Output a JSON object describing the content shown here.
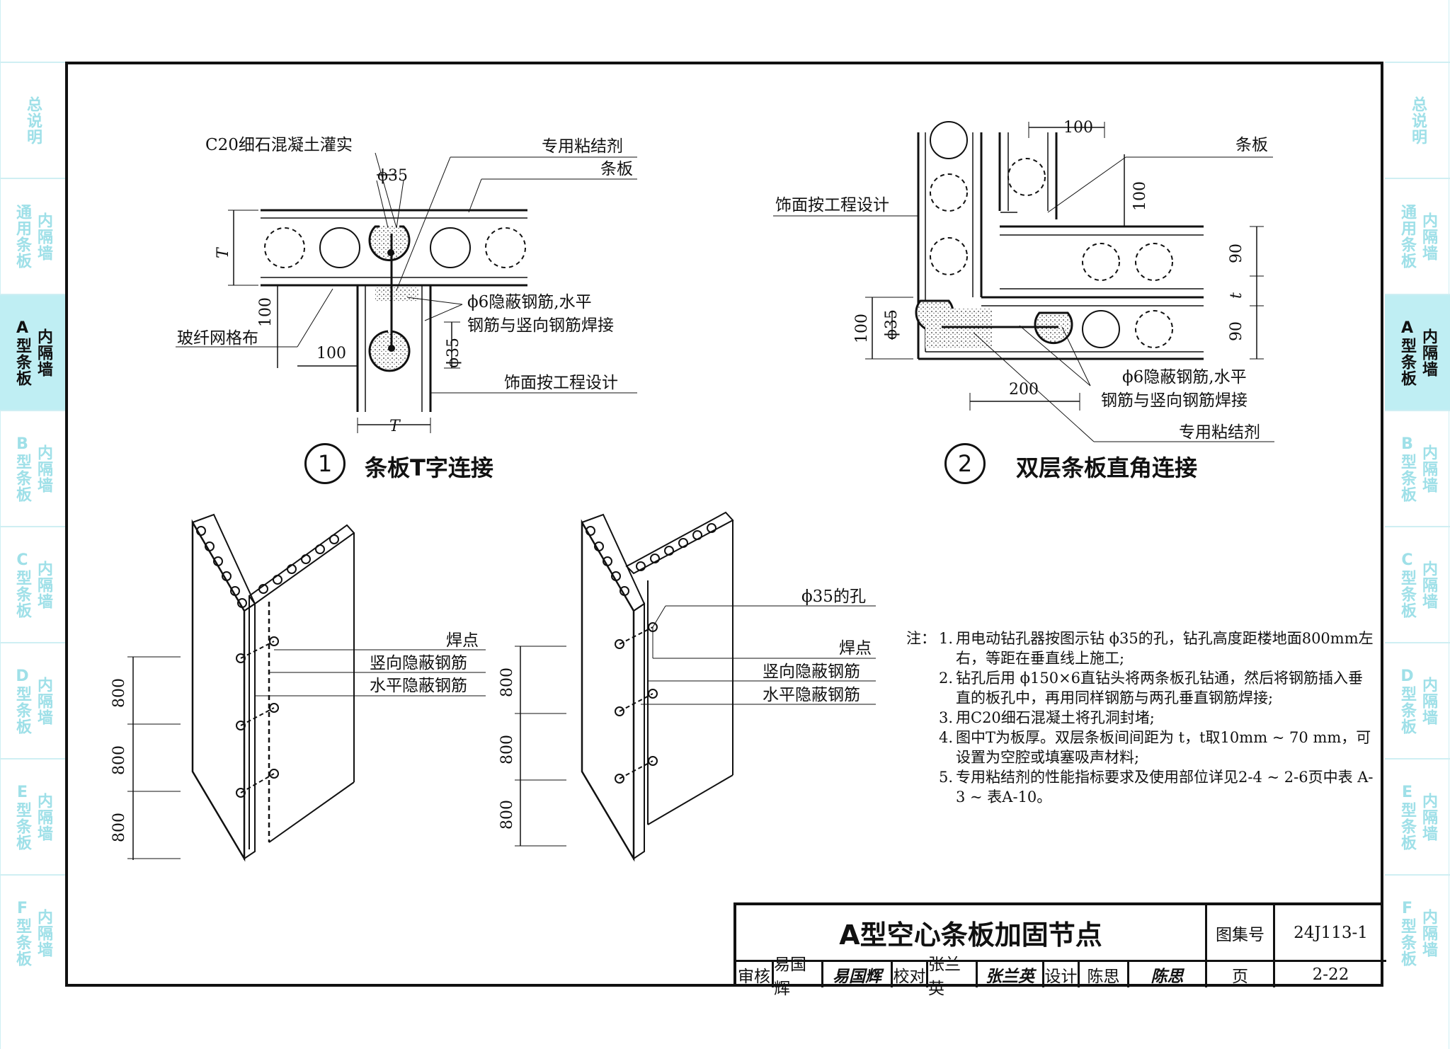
{
  "side_tabs": [
    {
      "cols": [
        "总说明"
      ],
      "active": false
    },
    {
      "cols": [
        "通用条板",
        "内隔墙"
      ],
      "active": false
    },
    {
      "cols": [
        "A型条板",
        "内隔墙"
      ],
      "active": true
    },
    {
      "cols": [
        "B型条板",
        "内隔墙"
      ],
      "active": false
    },
    {
      "cols": [
        "C型条板",
        "内隔墙"
      ],
      "active": false
    },
    {
      "cols": [
        "D型条板",
        "内隔墙"
      ],
      "active": false
    },
    {
      "cols": [
        "E型条板",
        "内隔墙"
      ],
      "active": false
    },
    {
      "cols": [
        "F型条板",
        "内隔墙"
      ],
      "active": false
    }
  ],
  "detail1": {
    "number": "1",
    "title": "条板T字连接",
    "labels": {
      "grout": "C20细石混凝土灌实",
      "hole": "ϕ35",
      "adhesive": "专用粘结剂",
      "panel": "条板",
      "rebar_line1": "ϕ6隐蔽钢筋,水平",
      "rebar_line2": "钢筋与竖向钢筋焊接",
      "mesh": "玻纤网格布",
      "finish": "饰面按工程设计",
      "dim_T": "T",
      "dim_100a": "100",
      "dim_100b": "100",
      "dim_35": "ϕ35",
      "dim_T2": "T"
    }
  },
  "detail2": {
    "number": "2",
    "title": "双层条板直角连接",
    "labels": {
      "dim_100top": "100",
      "panel": "条板",
      "finish": "饰面按工程设计",
      "dim_100v": "100",
      "dim_90a": "90",
      "dim_t": "t",
      "dim_90b": "90",
      "dim_35": "ϕ35",
      "dim_100left": "100",
      "rebar_line1": "ϕ6隐蔽钢筋,水平",
      "rebar_line2": "钢筋与竖向钢筋焊接",
      "dim_200": "200",
      "adhesive": "专用粘结剂"
    }
  },
  "iso_left": {
    "labels": {
      "weld": "焊点",
      "vertical": "竖向隐蔽钢筋",
      "horizontal": "水平隐蔽钢筋"
    },
    "dims": [
      "800",
      "800",
      "800"
    ]
  },
  "iso_right": {
    "labels": {
      "hole": "ϕ35的孔",
      "weld": "焊点",
      "vertical": "竖向隐蔽钢筋",
      "horizontal": "水平隐蔽钢筋"
    },
    "dims": [
      "800",
      "800",
      "800"
    ]
  },
  "notes": {
    "prefix": "注：",
    "items": [
      {
        "num": "1.",
        "text": "用电动钻孔器按图示钻 ϕ35的孔，钻孔高度距楼地面800mm左右，等距在垂直线上施工;"
      },
      {
        "num": "2.",
        "text": "钻孔后用 ϕ150×6直钻头将两条板孔钻通，然后将钢筋插入垂直的板孔中，再用同样钢筋与两孔垂直钢筋焊接;"
      },
      {
        "num": "3.",
        "text": "用C20细石混凝土将孔洞封堵;"
      },
      {
        "num": "4.",
        "text": "图中T为板厚。双层条板间间距为 t，t取10mm ~ 70 mm，可设置为空腔或填塞吸声材料;"
      },
      {
        "num": "5.",
        "text": "专用粘结剂的性能指标要求及使用部位详见2-4 ~ 2-6页中表 A-3 ~ 表A-10。"
      }
    ]
  },
  "title_block": {
    "title": "A型空心条板加固节点",
    "atlas_label": "图集号",
    "atlas_no": "24J113-1",
    "review_label": "审核",
    "reviewer": "易国辉",
    "reviewer_sig": "易国辉",
    "check_label": "校对",
    "checker": "张兰英",
    "checker_sig": "张兰英",
    "design_label": "设计",
    "designer": "陈思",
    "designer_sig": "陈思",
    "page_label": "页",
    "page_no": "2-22"
  }
}
